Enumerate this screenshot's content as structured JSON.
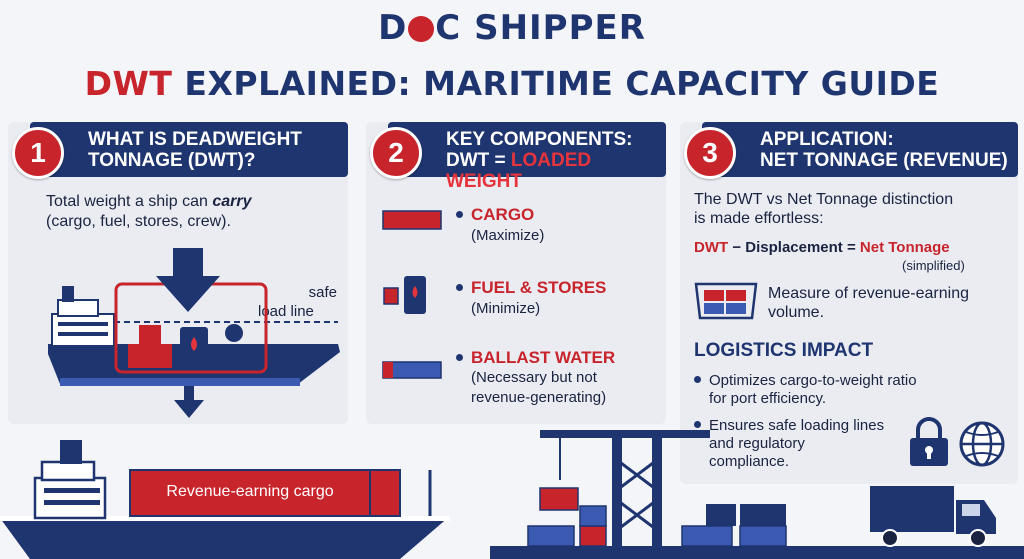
{
  "brand": {
    "logo_left": "D",
    "logo_right": "C SHIPPER"
  },
  "title": {
    "highlight": "DWT",
    "rest": " EXPLAINED: MARITIME CAPACITY GUIDE"
  },
  "panel1": {
    "number": "1",
    "heading_line1": "WHAT IS DEADWEIGHT",
    "heading_line2": "TONNAGE (DWT)?",
    "desc_line1_start": "Total weight a ship can ",
    "desc_line1_em": "carry",
    "desc_line2": "(cargo, fuel, stores, crew).",
    "safe_label": "safe",
    "load_line_label": "load line"
  },
  "panel2": {
    "number": "2",
    "heading_line1": "KEY COMPONENTS:",
    "heading_line2_prefix": "DWT = ",
    "heading_line2_highlight": "LOADED WEIGHT",
    "items": [
      {
        "label": "CARGO",
        "note1": "(Maximize)",
        "note2": ""
      },
      {
        "label": "FUEL & STORES",
        "note1": "(Minimize)",
        "note2": ""
      },
      {
        "label": "BALLAST WATER",
        "note1": "(Necessary but not",
        "note2": "revenue-generating)"
      }
    ]
  },
  "panel3": {
    "number": "3",
    "heading_line1": "APPLICATION:",
    "heading_line2": "NET TONNAGE (REVENUE)",
    "desc_line1": "The DWT vs Net Tonnage distinction",
    "desc_line2": "is made effortless:",
    "eq_dwt": "DWT",
    "eq_minus": " − ",
    "eq_displacement": "Displacement",
    "eq_equals": " = ",
    "eq_net": "Net Tonnage",
    "eq_note": "(simplified)",
    "measure_line1": "Measure of revenue-earning",
    "measure_line2": "volume.",
    "impact_title": "LOGISTICS IMPACT",
    "bullets": [
      {
        "line1": "Optimizes cargo-to-weight ratio",
        "line2": "for port efficiency."
      },
      {
        "line1": "Ensures safe loading lines",
        "line2": "and regulatory",
        "line3": "compliance."
      }
    ]
  },
  "bottom": {
    "cargo_label": "Revenue-earning cargo"
  },
  "colors": {
    "navy": "#1f3570",
    "red": "#c8242c",
    "panel": "#eaecf2"
  }
}
